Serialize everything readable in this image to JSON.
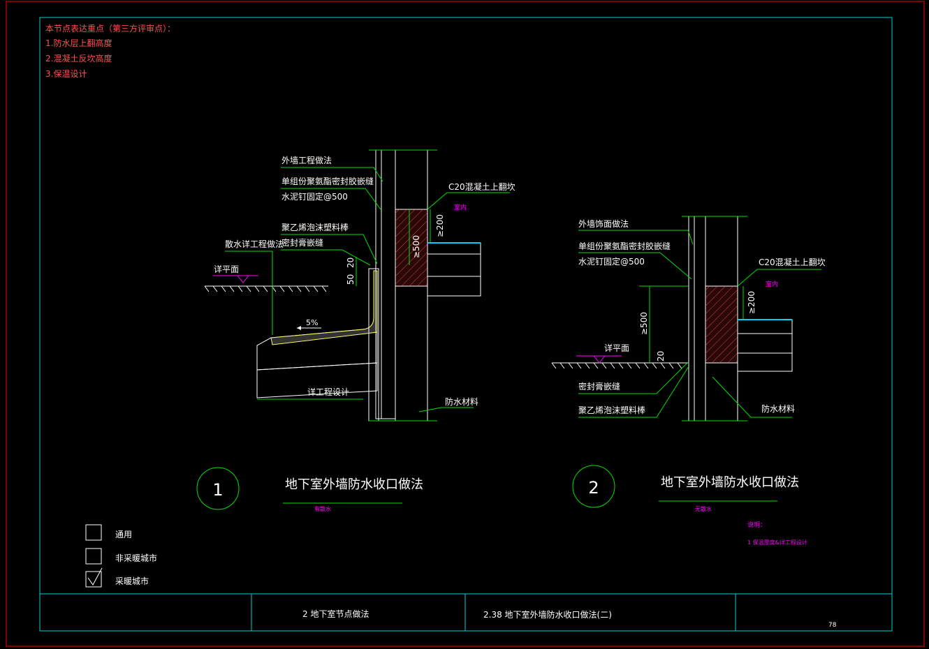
{
  "notes": {
    "title": "本节点表达重点（第三方评审点）：",
    "items": [
      "1.防水层上翻高度",
      "2.混凝土反坎高度",
      "3.保温设计"
    ]
  },
  "detail1": {
    "labels": {
      "wall_finish": "外墙工程做法",
      "sealant": "单组份聚氨酯密封胶嵌缝",
      "nail": "水泥钉固定@500",
      "c20": "C20混凝土上翻坎",
      "indoor": "室内",
      "pe_rod": "聚乙烯泡沫塑料棒",
      "seal_paste": "密封膏嵌缝",
      "apron": "散水详工程做法",
      "see_plan": "详平面",
      "slope": "5%",
      "see_design": "详工程设计",
      "waterproof": "防水材料"
    },
    "dims": {
      "d200": "≥200",
      "d500": "≥500",
      "d20": "20",
      "d50": "50"
    },
    "number": "1",
    "title": "地下室外墙防水收口做法",
    "subtitle": "有散水"
  },
  "detail2": {
    "labels": {
      "wall_finish": "外墙饰面做法",
      "sealant": "单组份聚氨酯密封胶嵌缝",
      "nail": "水泥钉固定@500",
      "c20": "C20混凝土上翻坎",
      "indoor": "室内",
      "see_plan": "详平面",
      "seal_paste": "密封膏嵌缝",
      "pe_rod": "聚乙烯泡沫塑料棒",
      "waterproof": "防水材料"
    },
    "dims": {
      "d200": "≥200",
      "d500": "≥500",
      "d20": "20"
    },
    "number": "2",
    "title": "地下室外墙防水收口做法",
    "subtitle": "无散水"
  },
  "explain": {
    "title": "说明：",
    "item": "1 保温厚度&详工程设计"
  },
  "legend": [
    {
      "label": "通用",
      "checked": false
    },
    {
      "label": "非采暖城市",
      "checked": false
    },
    {
      "label": "采暖城市",
      "checked": true
    }
  ],
  "title_block": {
    "section": "2  地下室节点做法",
    "drawing": "2.38  地下室外墙防水收口做法(二)",
    "page": "78"
  },
  "colors": {
    "frame": "#00d0d0",
    "line": "#00e000",
    "magenta": "#ff00ff",
    "notes": "#ff5050"
  }
}
